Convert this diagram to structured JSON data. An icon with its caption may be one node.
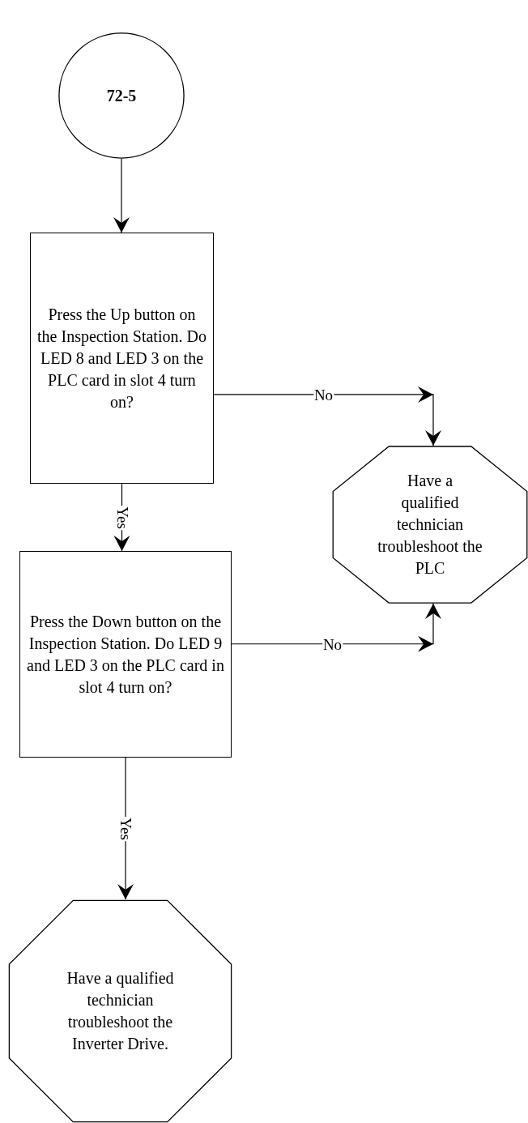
{
  "diagram": {
    "nodes": [
      {
        "text": [
          "72-5"
        ]
      },
      {
        "text": [
          "Press the Up button on the Inspection Station. Do LED 8 and LED 3 on the PLC card in slot 4 turn on?"
        ]
      },
      {
        "text": [
          "Have a qualified technician troubleshoot the PLC"
        ]
      },
      {
        "text": [
          "Press the Down button on the Inspection Station. Do LED 9 and LED 3 on the PLC card in slot 4 turn on?"
        ]
      },
      {
        "text": [
          "Have a qualified technician troubleshoot the Inverter Drive."
        ]
      }
    ],
    "edges": [
      {
        "from": 0,
        "to": 1,
        "arrow": "to"
      },
      {
        "from": 1,
        "to": 2,
        "arrow": "to",
        "label": "No"
      },
      {
        "from": 1,
        "to": 3,
        "arrow": "to",
        "label": "Yes"
      },
      {
        "from": 3,
        "to": 2,
        "arrow": "to",
        "label": "No"
      },
      {
        "from": 3,
        "to": 4,
        "arrow": "to",
        "label": "Yes"
      }
    ]
  }
}
